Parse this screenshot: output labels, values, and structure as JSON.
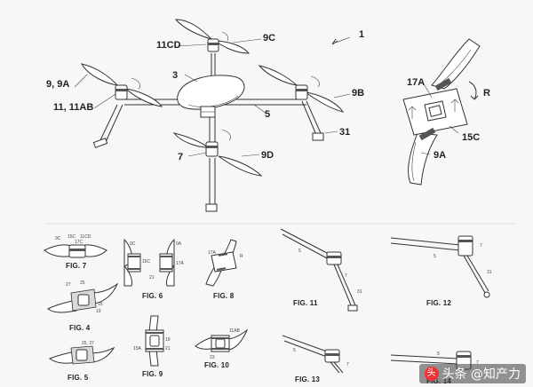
{
  "labels": {
    "l1": "1",
    "l3": "3",
    "l5": "5",
    "l7": "7",
    "l31": "31",
    "l9_9a": "9, 9A",
    "l11_11ab": "11, 11AB",
    "l11cd": "11CD",
    "l9c": "9C",
    "l9b": "9B",
    "l9d": "9D",
    "l17a": "17A",
    "lR": "R",
    "l15c": "15C",
    "l9a_detail": "9A"
  },
  "figures": {
    "fig7": "FIG. 7",
    "fig6": "FIG. 6",
    "fig8": "FIG. 8",
    "fig4": "FIG. 4",
    "fig9": "FIG. 9",
    "fig5": "FIG. 5",
    "fig10": "FIG. 10",
    "fig11": "FIG. 11",
    "fig12": "FIG. 12",
    "fig13": "FIG. 13",
    "fig14": "FIG. 14"
  },
  "small_labels": {
    "f7_9c": "9C",
    "f7_15c": "15C",
    "f7_11cd": "11CD",
    "f7_17c": "17C",
    "f6_9c": "9C",
    "f6_15c": "15C",
    "f6_9a": "9A",
    "f6_17a": "17A",
    "f6_21": "21",
    "f8_17a": "17A",
    "f8_r": "R",
    "f4_27": "27",
    "f4_25": "25",
    "f4_15": "15",
    "f4_19": "19",
    "f9_15a": "15A",
    "f9_19": "19",
    "f9_21": "21",
    "f5_25_27": "25, 27",
    "f10_11ab": "11AB",
    "f10_23": "23",
    "f11_5": "5",
    "f11_7": "7",
    "f11_31": "31",
    "f12_7": "7",
    "f12_5": "5",
    "f12_31": "31",
    "f13_5": "5",
    "f13_7": "7",
    "f14_5": "5",
    "f14_7": "7"
  },
  "watermark": {
    "text": "头条 @知产力",
    "icon": "toutiao-logo-icon"
  },
  "colors": {
    "line": "#333333",
    "background": "#f7f7f7"
  }
}
